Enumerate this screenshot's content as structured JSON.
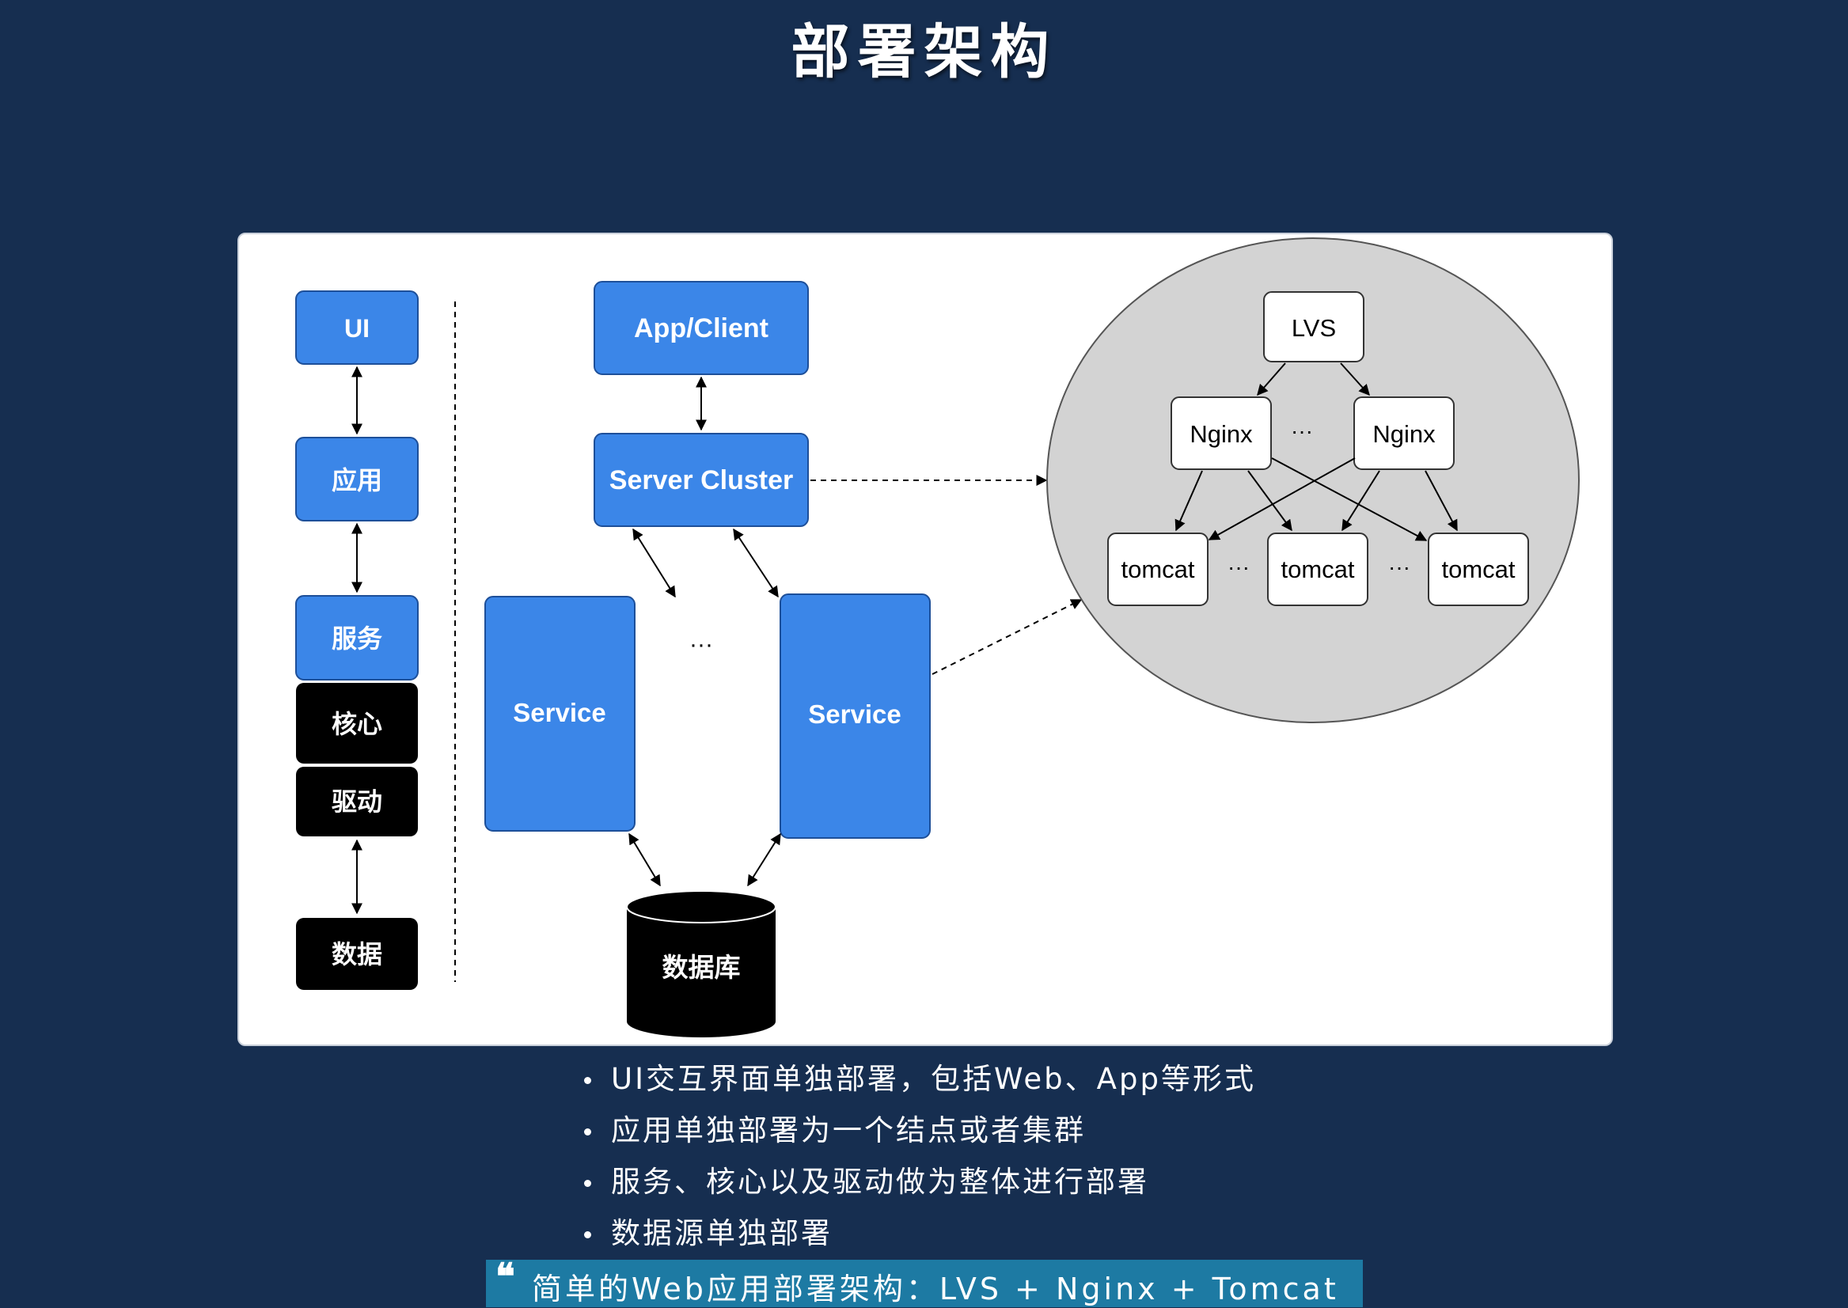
{
  "title": "部署架构",
  "diagram": {
    "layers": [
      "UI",
      "应用",
      "服务",
      "核心",
      "驱动",
      "数据"
    ],
    "app_client": "App/Client",
    "server_cluster": "Server Cluster",
    "service_left": "Service",
    "service_right": "Service",
    "service_ellipsis": "···",
    "database": "数据库",
    "lvs": "LVS",
    "nginx_left": "Nginx",
    "nginx_right": "Nginx",
    "nginx_ellipsis": "···",
    "tomcat_1": "tomcat",
    "tomcat_2": "tomcat",
    "tomcat_3": "tomcat",
    "tomcat_ellipsis": "···",
    "colors": {
      "blue_box": "#3b86e8",
      "black_box": "#000000",
      "cluster_circle": "#d3d3d3",
      "background": "#162e50",
      "quote_bar": "#1d7aa3"
    }
  },
  "bullets": [
    "UI交互界面单独部署，包括Web、App等形式",
    "应用单独部署为一个结点或者集群",
    "服务、核心以及驱动做为整体进行部署",
    "数据源单独部署"
  ],
  "quote": {
    "icon": "❝",
    "text": "简单的Web应用部署架构：LVS + Nginx + Tomcat"
  }
}
